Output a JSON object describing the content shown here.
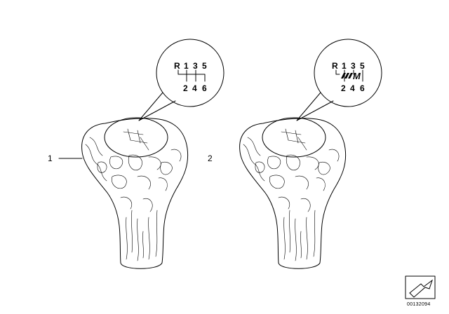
{
  "diagram": {
    "part_labels": [
      "1",
      "2"
    ],
    "shift_pattern_standard": {
      "top_row": [
        "R",
        "1",
        "3",
        "5"
      ],
      "bottom_row": [
        "2",
        "4",
        "6"
      ]
    },
    "shift_pattern_m": {
      "top_row": [
        "R",
        "1",
        "3",
        "5"
      ],
      "bottom_row": [
        "2",
        "4",
        "6"
      ],
      "badge": "M"
    },
    "reference_number": "00132094",
    "icons": [
      "gear-knob-wood",
      "gear-knob-wood-m",
      "shift-pattern-magnifier",
      "arrow-icon"
    ]
  }
}
